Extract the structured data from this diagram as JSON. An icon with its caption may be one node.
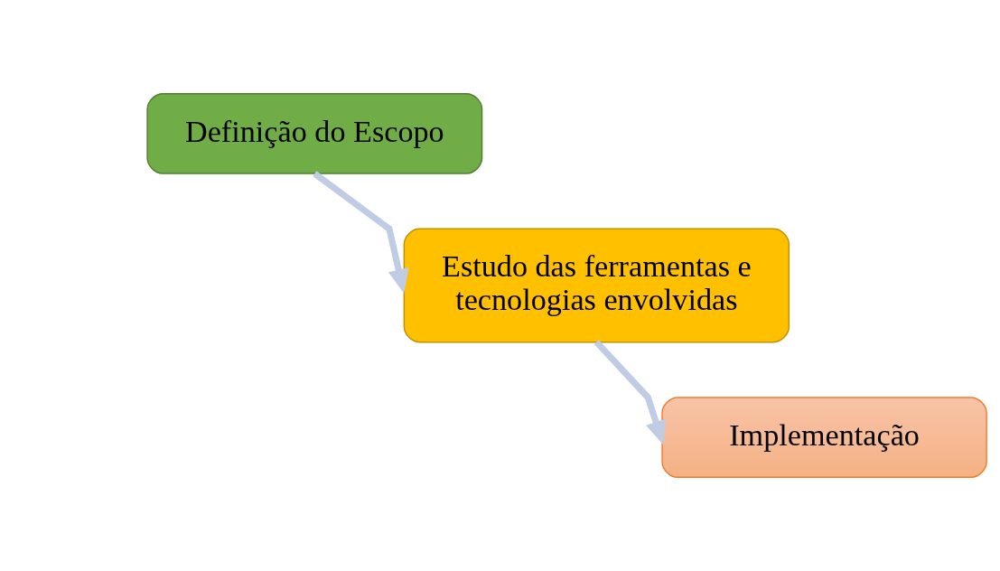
{
  "diagram": {
    "nodes": [
      {
        "text": [
          "Definição do Escopo"
        ]
      },
      {
        "text": [
          "Estudo das ferramentas e tecnologias envolvidas"
        ]
      },
      {
        "text": [
          "Implementação"
        ]
      }
    ],
    "edges": [
      {
        "from": 0,
        "to": 1,
        "arrow": "to"
      },
      {
        "from": 1,
        "to": 2,
        "arrow": "to"
      }
    ]
  }
}
